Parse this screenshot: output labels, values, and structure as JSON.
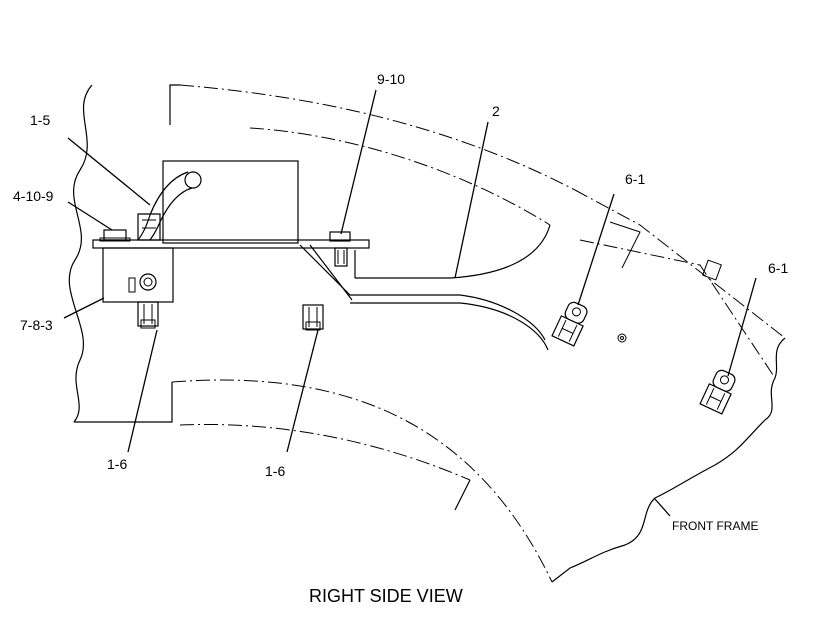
{
  "callouts": {
    "c_1_5": "1-5",
    "c_4_10_9": "4-10-9",
    "c_7_8_3": "7-8-3",
    "c_9_10": "9-10",
    "c_2": "2",
    "c_6_1_a": "6-1",
    "c_6_1_b": "6-1",
    "c_1_6_a": "1-6",
    "c_1_6_b": "1-6"
  },
  "notes": {
    "front_frame": "FRONT FRAME"
  },
  "view_title": "RIGHT SIDE VIEW"
}
